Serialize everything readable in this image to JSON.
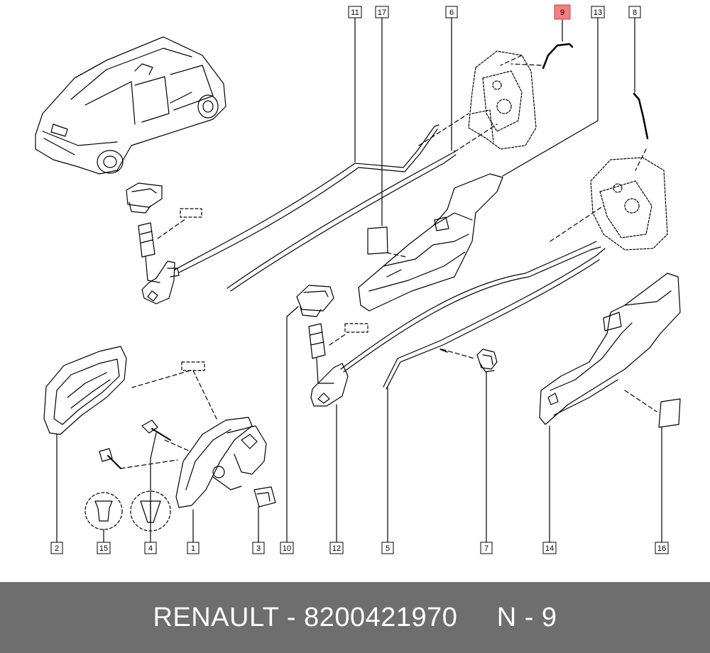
{
  "callouts": [
    {
      "label": "11",
      "highlighted": false
    },
    {
      "label": "17",
      "highlighted": false
    },
    {
      "label": "6",
      "highlighted": false
    },
    {
      "label": "9",
      "highlighted": true
    },
    {
      "label": "13",
      "highlighted": false
    },
    {
      "label": "8",
      "highlighted": false
    },
    {
      "label": "2",
      "highlighted": false
    },
    {
      "label": "15",
      "highlighted": false
    },
    {
      "label": "4",
      "highlighted": false
    },
    {
      "label": "1",
      "highlighted": false
    },
    {
      "label": "3",
      "highlighted": false
    },
    {
      "label": "10",
      "highlighted": false
    },
    {
      "label": "12",
      "highlighted": false
    },
    {
      "label": "5",
      "highlighted": false
    },
    {
      "label": "7",
      "highlighted": false
    },
    {
      "label": "14",
      "highlighted": false
    },
    {
      "label": "16",
      "highlighted": false
    }
  ],
  "colors": {
    "highlight": "#f08080",
    "footer_bg": "#6e6e6e",
    "footer_text": "#ffffff",
    "line": "#000000"
  },
  "footer": {
    "text": "RENAULT - 8200421970     N - 9"
  }
}
